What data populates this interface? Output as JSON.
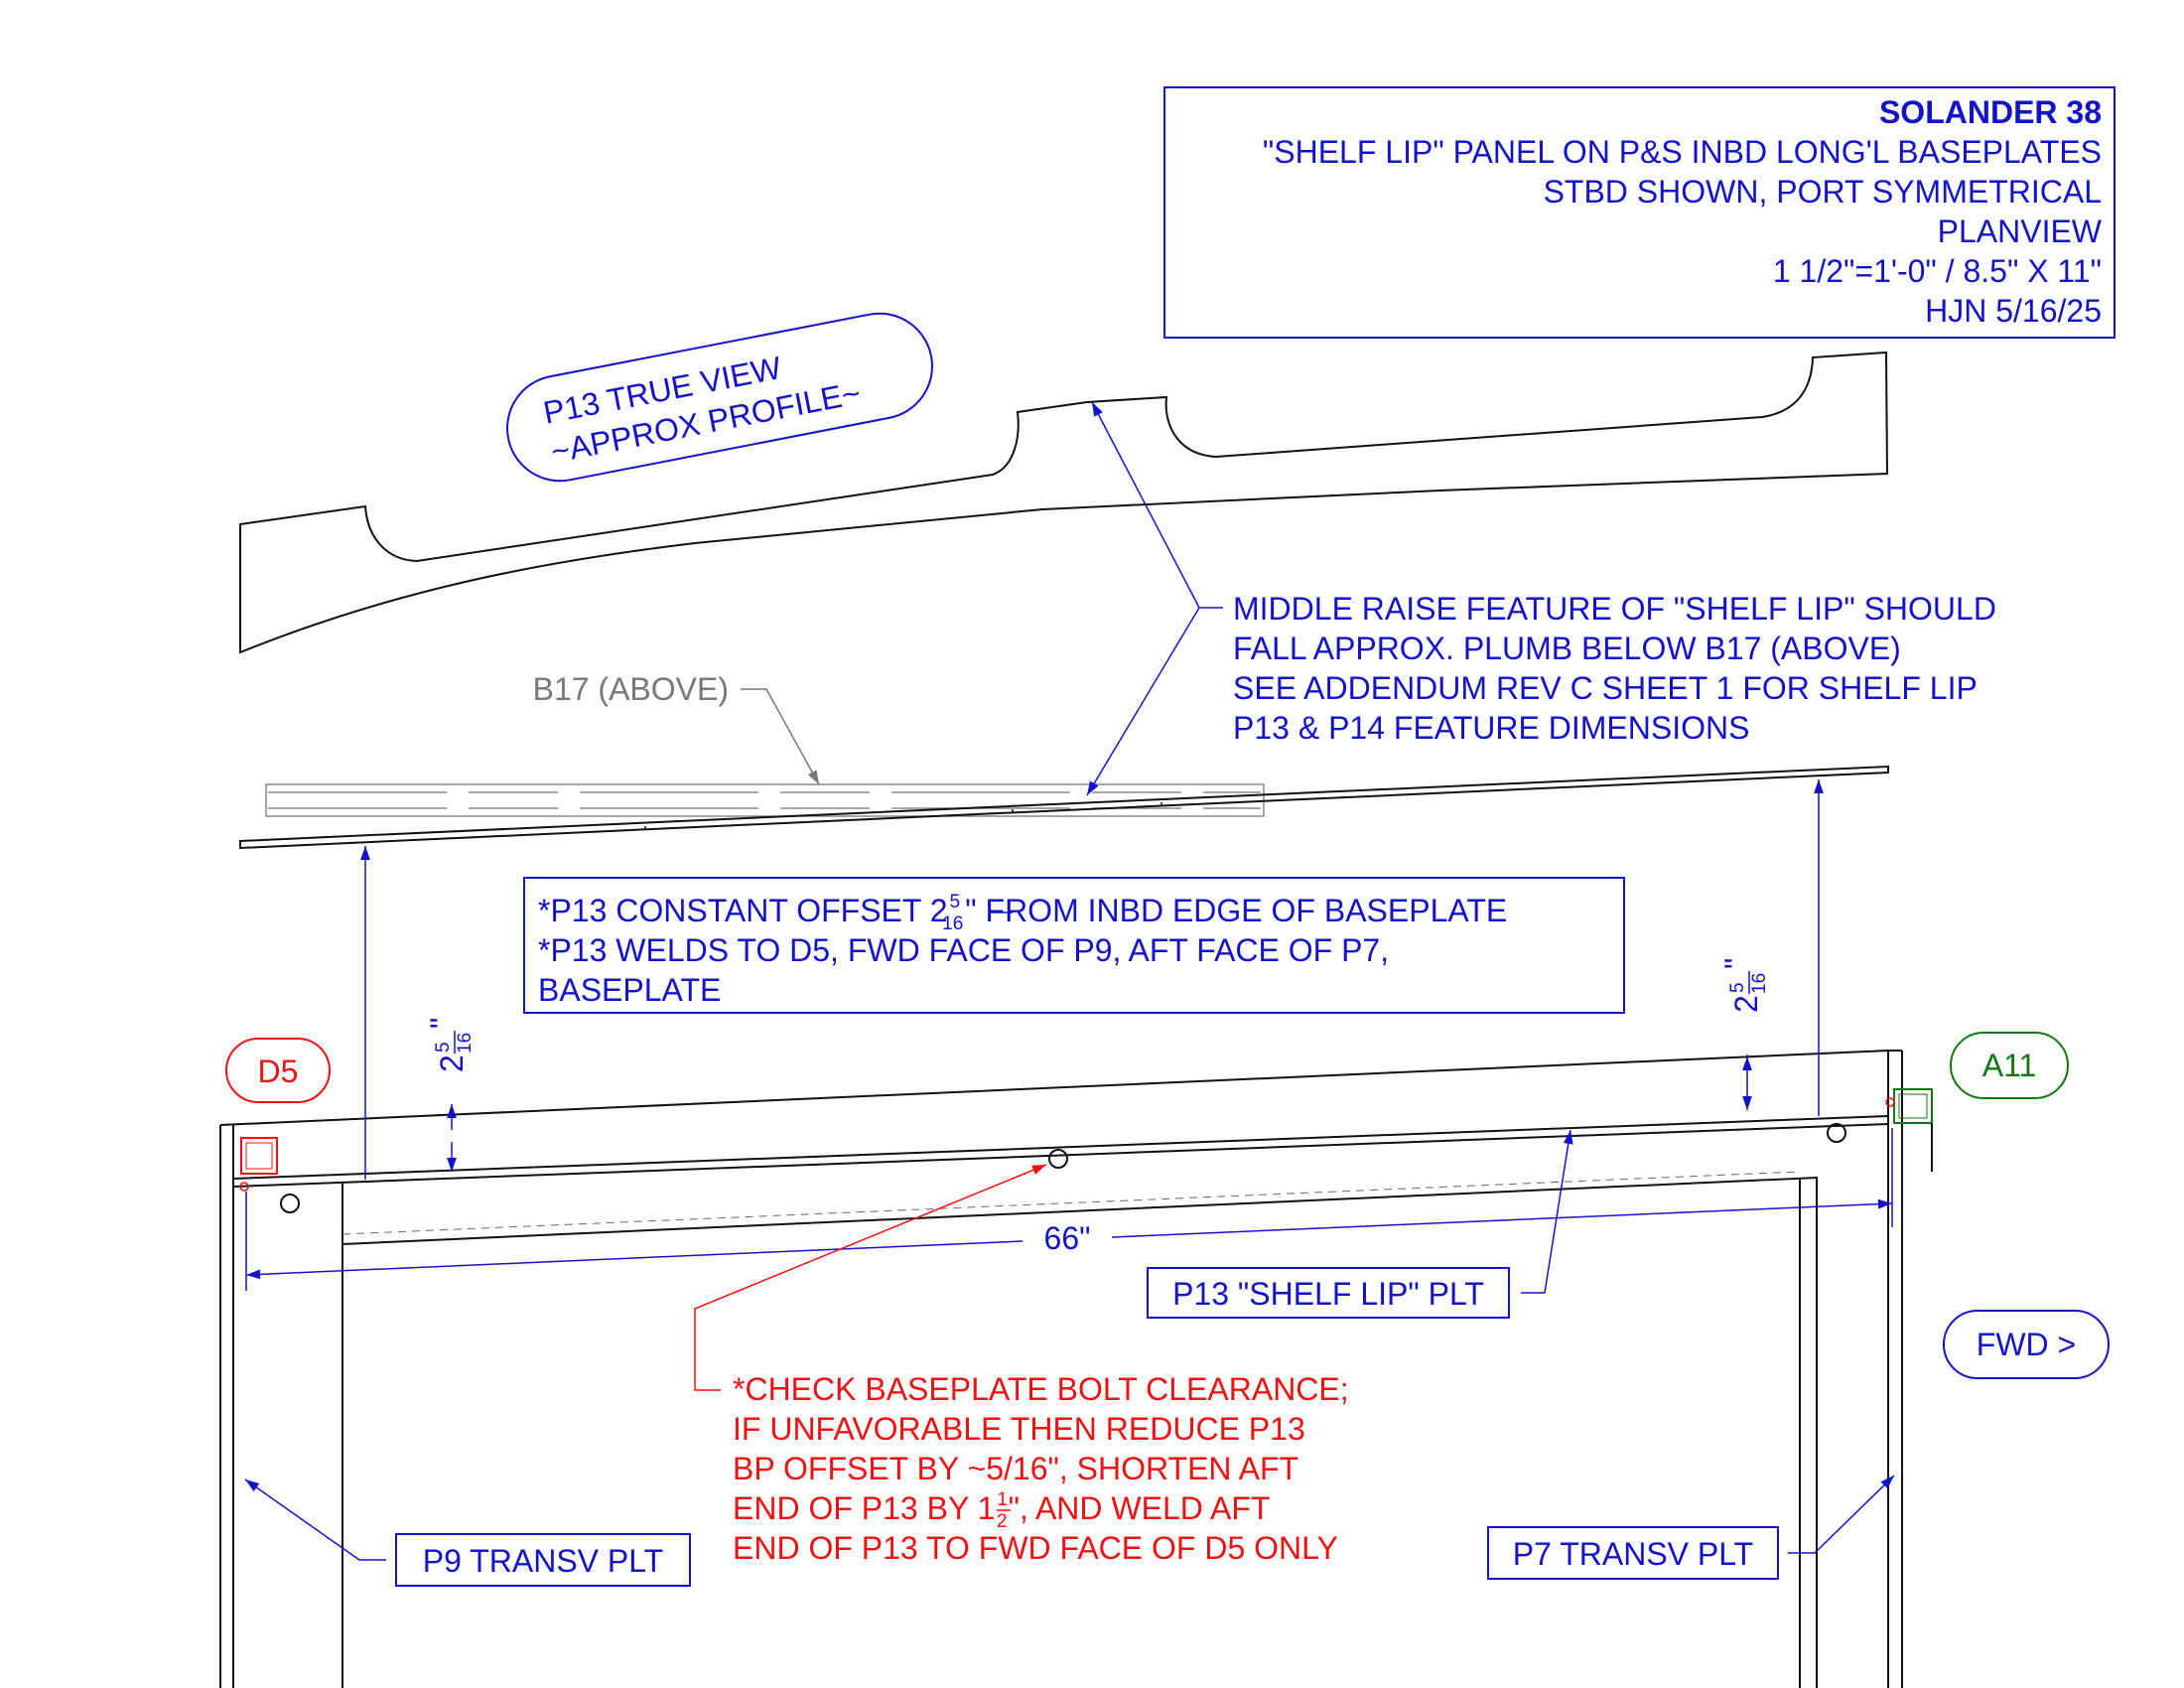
{
  "title_block": {
    "lines": [
      "SOLANDER 38",
      "\"SHELF LIP\" PANEL ON P&S INBD LONG'L BASEPLATES",
      "STBD SHOWN, PORT SYMMETRICAL",
      "PLANVIEW",
      "1 1/2\"=1'-0\" / 8.5\" X 11\"",
      "HJN 5/16/25"
    ]
  },
  "true_view_bubble": {
    "line1": "P13 TRUE VIEW",
    "line2": "~APPROX PROFILE~"
  },
  "middle_raise_note": [
    "MIDDLE RAISE FEATURE OF \"SHELF LIP\" SHOULD",
    "FALL APPROX. PLUMB BELOW B17 (ABOVE)",
    "SEE ADDENDUM REV C SHEET 1 FOR SHELF LIP",
    "P13 & P14 FEATURE DIMENSIONS"
  ],
  "b17_label": "B17 (ABOVE)",
  "offset_note": {
    "line1_prefix": "*P13 CONSTANT OFFSET 2",
    "frac_num": "5",
    "frac_den": "16",
    "line1_suffix": "\" FROM INBD EDGE OF BASEPLATE",
    "line2": "*P13 WELDS TO D5, FWD FACE OF P9, AFT FACE OF P7,",
    "line3": "BASEPLATE"
  },
  "dim_offset_left": {
    "whole": "2",
    "num": "5",
    "den": "16",
    "unit": "\""
  },
  "dim_offset_right": {
    "whole": "2",
    "num": "5",
    "den": "16",
    "unit": "\""
  },
  "dim_length": "66\"",
  "tags": {
    "d5": "D5",
    "a11": "A11",
    "fwd": "FWD >"
  },
  "labels": {
    "p13": "P13 \"SHELF LIP\" PLT",
    "p9": "P9 TRANSV PLT",
    "p7": "P7 TRANSV PLT"
  },
  "check_note": {
    "line1": "*CHECK BASEPLATE BOLT CLEARANCE;",
    "line2": "IF UNFAVORABLE THEN REDUCE P13",
    "line3": "BP OFFSET BY ~5/16\", SHORTEN AFT",
    "line4_prefix": "END OF P13 BY 1",
    "frac_num": "1",
    "frac_den": "2",
    "line4_suffix": "\", AND WELD AFT",
    "line5": "END OF P13 TO FWD FACE OF D5 ONLY"
  },
  "colors": {
    "blue": "#1212c8",
    "red": "#ee1111",
    "green": "#117711",
    "grey": "#777777",
    "line": "#111111"
  }
}
